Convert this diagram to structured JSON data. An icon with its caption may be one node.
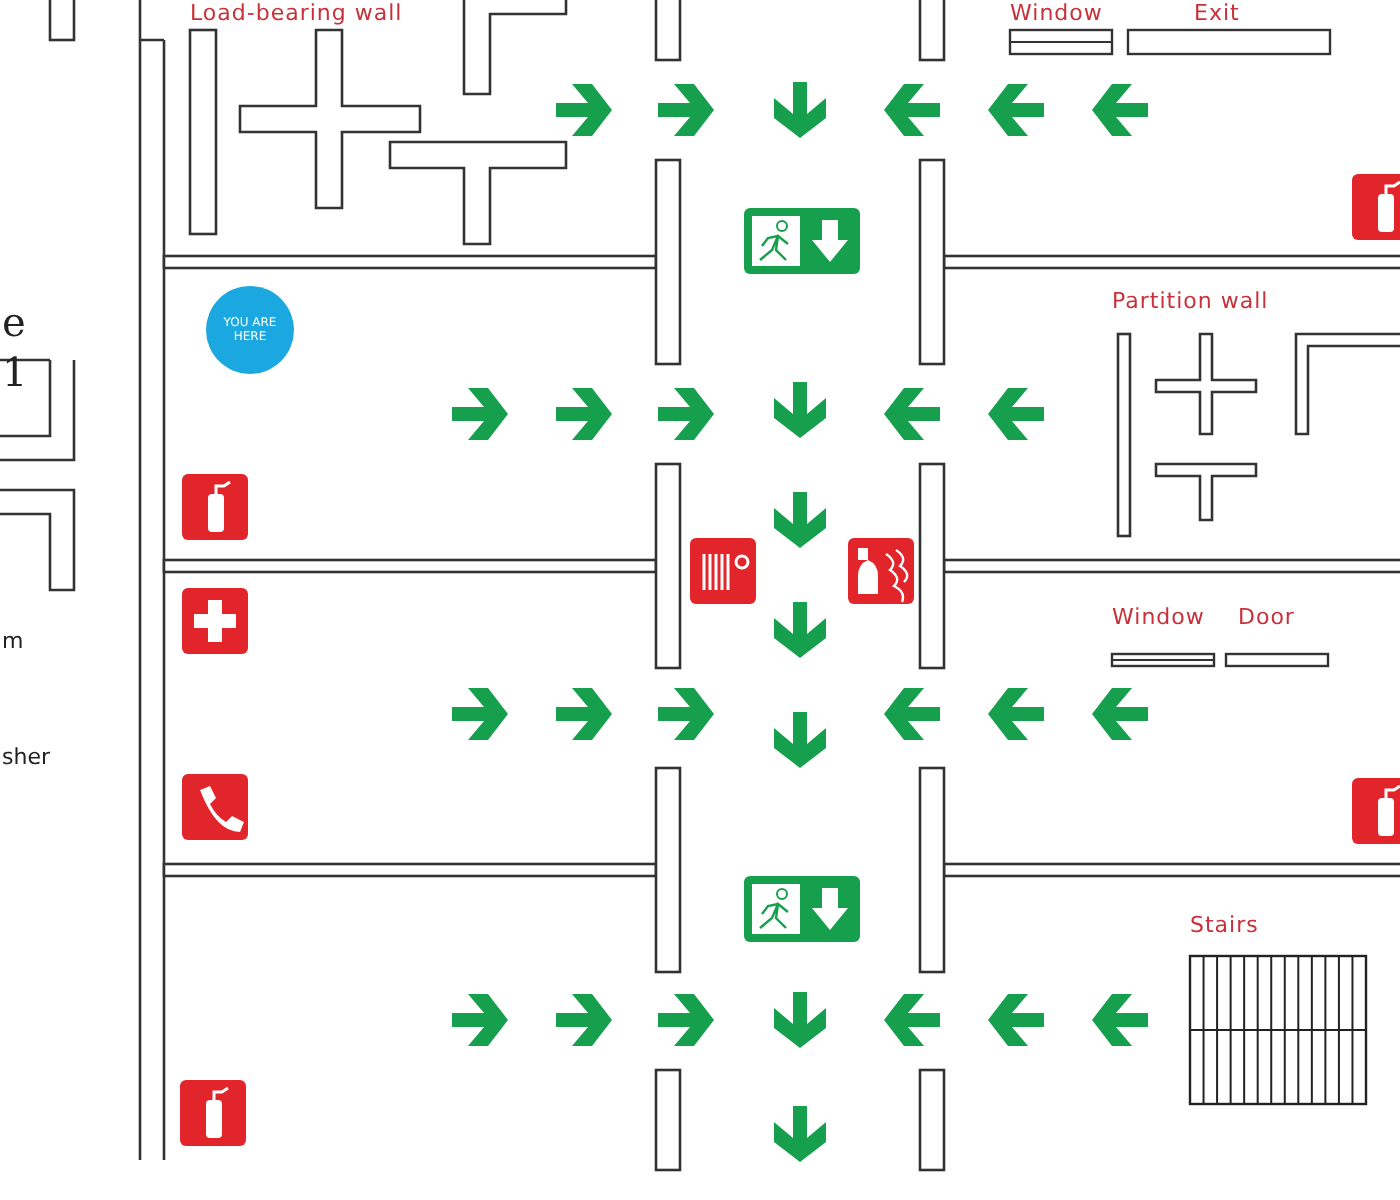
{
  "diagram": {
    "nodes": [
      {
        "text": [
          "YOU ARE HERE"
        ]
      }
    ],
    "labels": [
      "Load-bearing wall",
      "Window",
      "Exit",
      "Partition wall",
      "e",
      "1",
      "Window",
      "Door",
      "m",
      "sher",
      "Stairs"
    ]
  }
}
